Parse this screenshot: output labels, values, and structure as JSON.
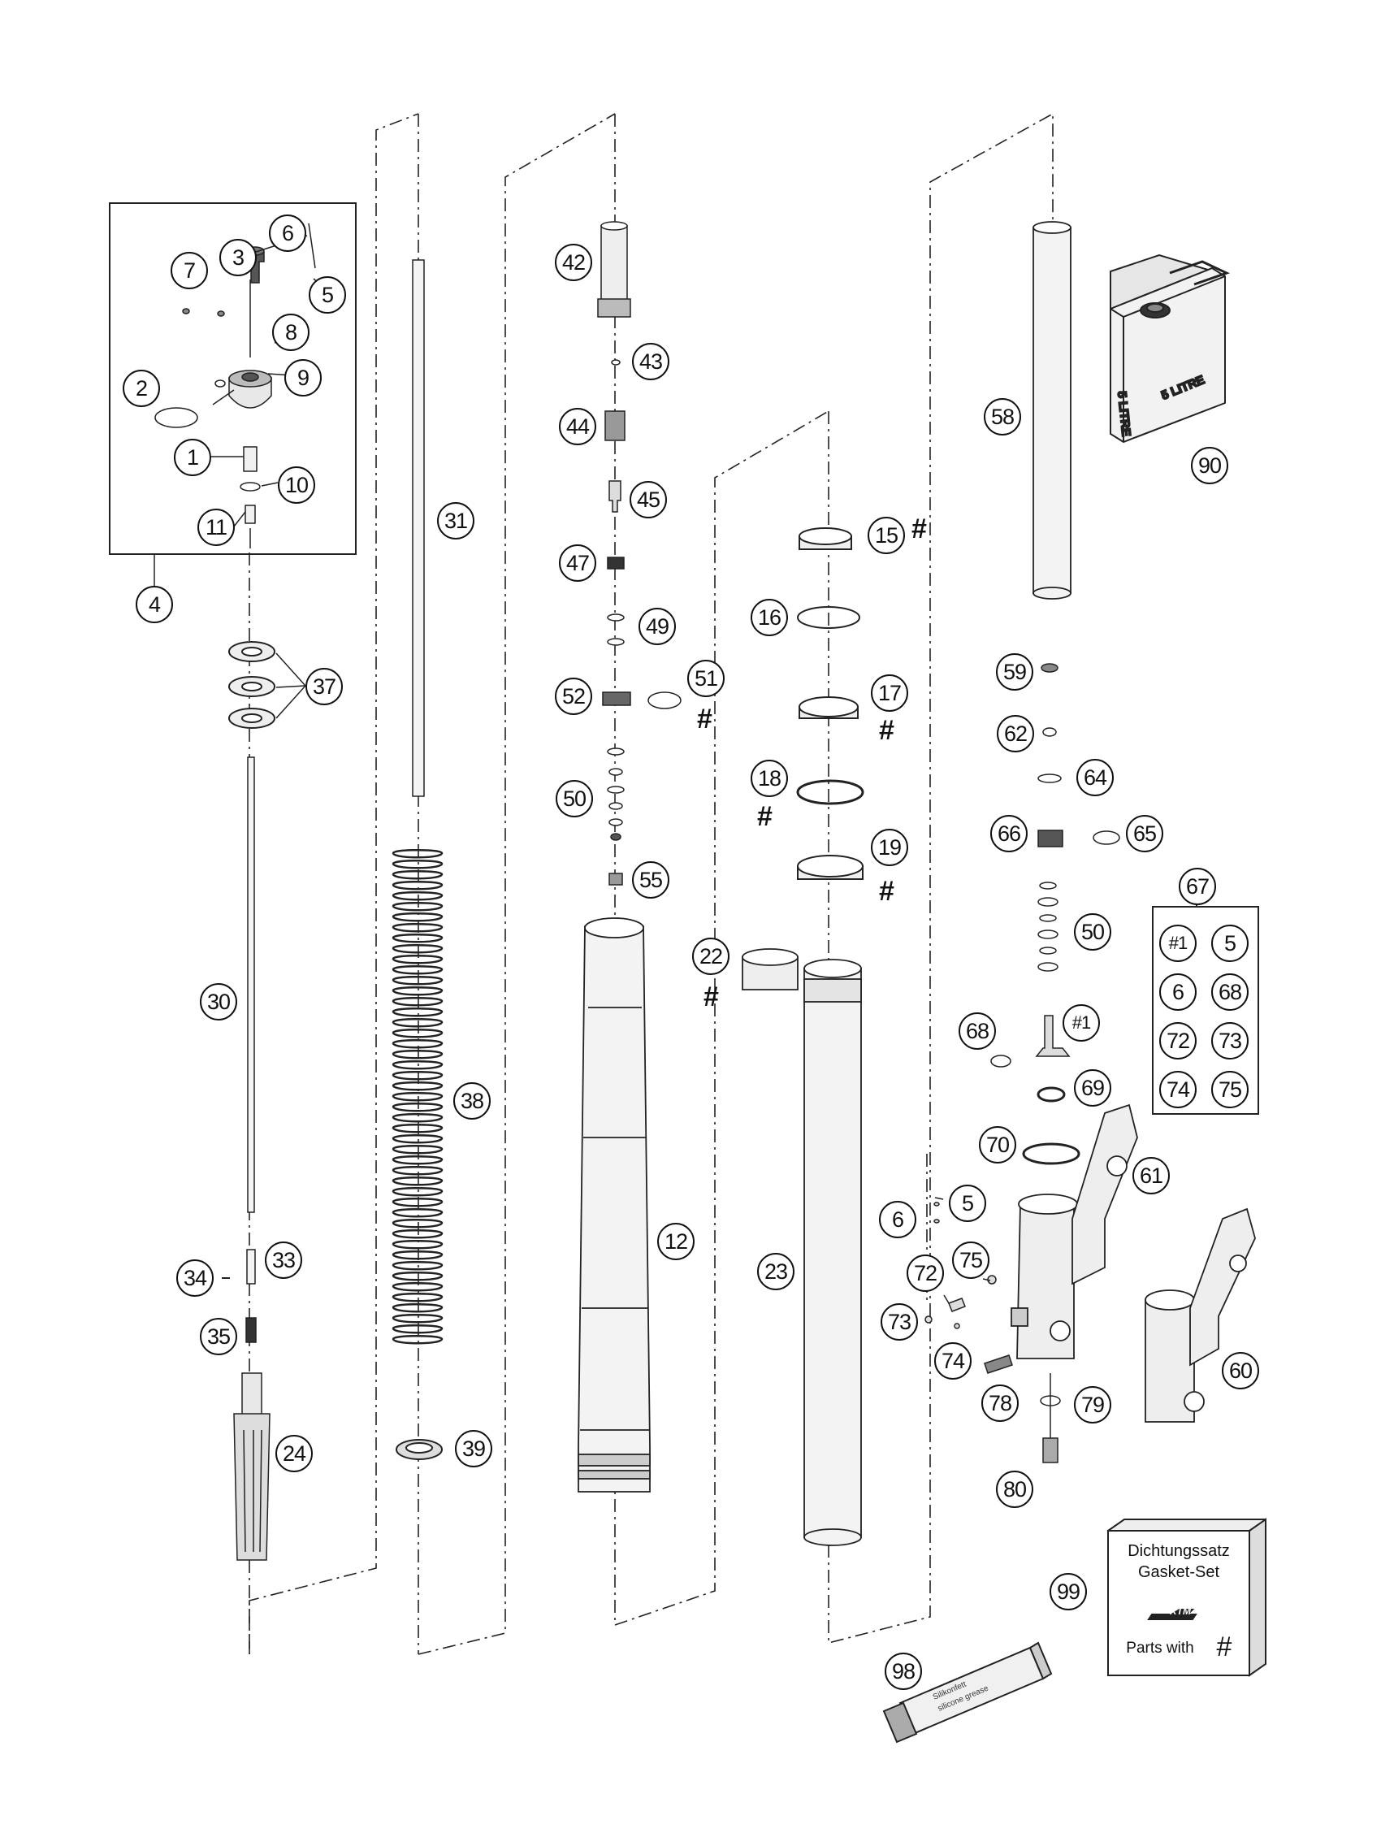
{
  "callouts": {
    "c1": "1",
    "c2": "2",
    "c3": "3",
    "c4": "4",
    "c5": "5",
    "c6": "6",
    "c7": "7",
    "c8": "8",
    "c9": "9",
    "c10": "10",
    "c11": "11",
    "c12": "12",
    "c15": "15",
    "c16": "16",
    "c17": "17",
    "c18": "18",
    "c19": "19",
    "c22": "22",
    "c23": "23",
    "c24": "24",
    "c30": "30",
    "c31": "31",
    "c33": "33",
    "c34": "34",
    "c35": "35",
    "c37": "37",
    "c38": "38",
    "c39": "39",
    "c42": "42",
    "c43": "43",
    "c44": "44",
    "c45": "45",
    "c47": "47",
    "c49": "49",
    "c50a": "50",
    "c51": "51",
    "c52": "52",
    "c55": "55",
    "c58": "58",
    "c59": "59",
    "c60": "60",
    "c61": "61",
    "c62": "62",
    "c64": "64",
    "c65": "65",
    "c66": "66",
    "c67": "67",
    "c68": "68",
    "c69": "69",
    "c70": "70",
    "c72": "72",
    "c73": "73",
    "c74": "74",
    "c75": "75",
    "c78": "78",
    "c79": "79",
    "c80": "80",
    "c90": "90",
    "c98": "98",
    "c99": "99",
    "c50b": "50",
    "c5b": "5",
    "c6b": "6",
    "c1h": "#1"
  },
  "hash_mark": "#",
  "kit_box": {
    "items": [
      "#1",
      "5",
      "6",
      "68",
      "72",
      "73",
      "74",
      "75"
    ]
  },
  "oil_can": {
    "label": "5 LITRE",
    "small_label": "5 LITRE"
  },
  "grease_tube": {
    "label_line1": "Silikonfett",
    "label_line2": "silicone grease"
  },
  "gasket_set": {
    "line1": "Dichtungssatz",
    "line2": "Gasket-Set",
    "brand": "KTM",
    "line3": "Parts with",
    "mark": "#"
  }
}
